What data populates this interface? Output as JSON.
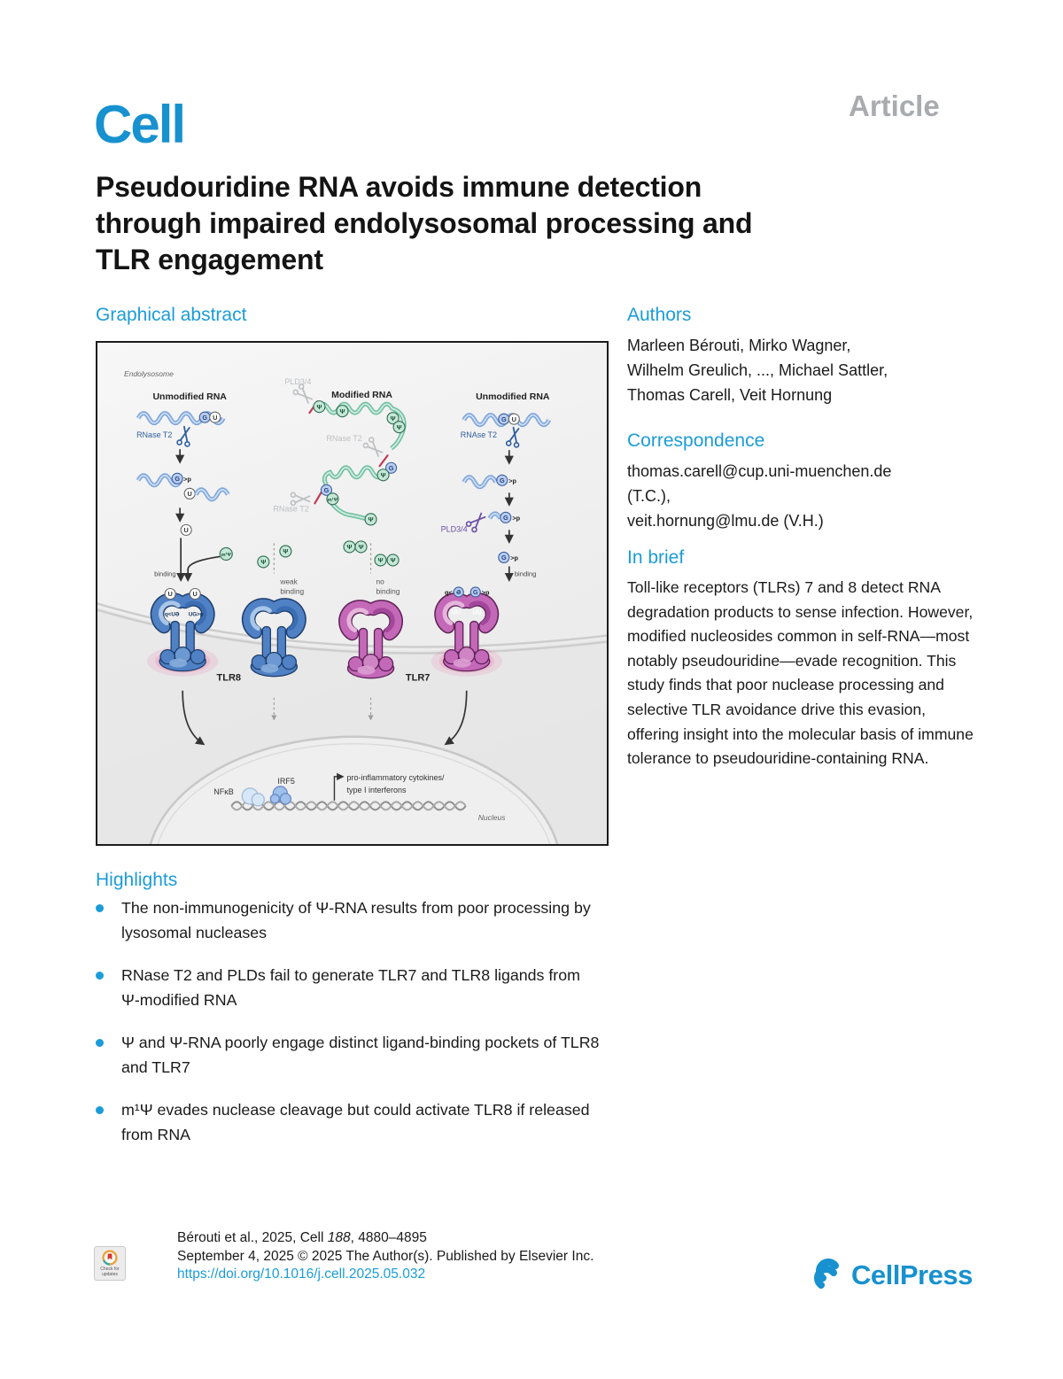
{
  "brand": {
    "logo": "Cell",
    "article_label": "Article",
    "accent": "#1b9cd8"
  },
  "title": {
    "lines": [
      "Pseudouridine RNA avoids immune detection",
      "through impaired endolysosomal processing and",
      "TLR engagement"
    ]
  },
  "sections": {
    "graphical_abstract": {
      "heading": "Graphical abstract"
    },
    "authors": {
      "heading": "Authors",
      "lines": [
        "Marleen Bérouti, Mirko Wagner,",
        "Wilhelm Greulich, ..., Michael Sattler,",
        "Thomas Carell, Veit Hornung"
      ]
    },
    "correspondence": {
      "heading": "Correspondence",
      "lines": [
        "thomas.carell@cup.uni-muenchen.de",
        "(T.C.),",
        "veit.hornung@lmu.de (V.H.)"
      ]
    },
    "in_brief": {
      "heading": "In brief",
      "text": "Toll-like receptors (TLRs) 7 and 8 detect RNA degradation products to sense infection. However, modified nucleosides common in self-RNA—most notably pseudouridine—evade recognition. This study finds that poor nuclease processing and selective TLR avoidance drive this evasion, offering insight into the molecular basis of immune tolerance to pseudouridine-containing RNA."
    },
    "highlights": {
      "heading": "Highlights",
      "items": [
        "The non-immunogenicity of Ψ-RNA results from poor processing by lysosomal nucleases",
        "RNase T2 and PLDs fail to generate TLR7 and TLR8 ligands from Ψ-modified RNA",
        "Ψ and Ψ-RNA poorly engage distinct ligand-binding pockets of TLR8 and TLR7",
        "m¹Ψ evades nuclease cleavage but could activate TLR8 if released from RNA"
      ]
    }
  },
  "figure": {
    "endolysosome": "Endolysosome",
    "col1_title": "Unmodified RNA",
    "col2_title": "Modified RNA",
    "col3_title": "Unmodified RNA",
    "rnase_t2_left": "RNase T2",
    "rnase_t2_right": "RNAse T2",
    "rnase_t2_gray1": "RNase T2",
    "rnase_t2_gray2": "RNase T2",
    "pld_gray": "PLD3/4",
    "pld_purple": "PLD3/4",
    "binding_left": "binding",
    "binding_right": "binding",
    "weak1": "weak",
    "weak2": "binding",
    "no1": "no",
    "no2": "binding",
    "tlr8": "TLR8",
    "tlr7": "TLR7",
    "nfkb": "NFκB",
    "irf5": "IRF5",
    "cyto1": "pro-inflammatory cytokines/",
    "cyto2": "type I interferons",
    "nucleus": "Nucleus",
    "g": "G",
    "u": "U",
    "psi": "Ψ",
    "m1psi": "m¹Ψ",
    "p": ">p",
    "pocket_l1": "q<UƏ",
    "pocket_l2": "UG>p",
    "top_r_pre": "q<",
    "top_r_post": ">p",
    "g_mirror": "Ə",
    "uu1": "UU",
    "uu2": "UU"
  },
  "footer": {
    "badge_line1": "Check for",
    "badge_line2": "updates",
    "citation_pre": "Bérouti et al., 2025, Cell ",
    "citation_volume": "188",
    "citation_pages": ", 4880–4895",
    "publisher_line": "September 4, 2025 © 2025 The Author(s). Published by Elsevier Inc.",
    "doi": "https://doi.org/10.1016/j.cell.2025.05.032",
    "cellpress": "CellPress"
  }
}
